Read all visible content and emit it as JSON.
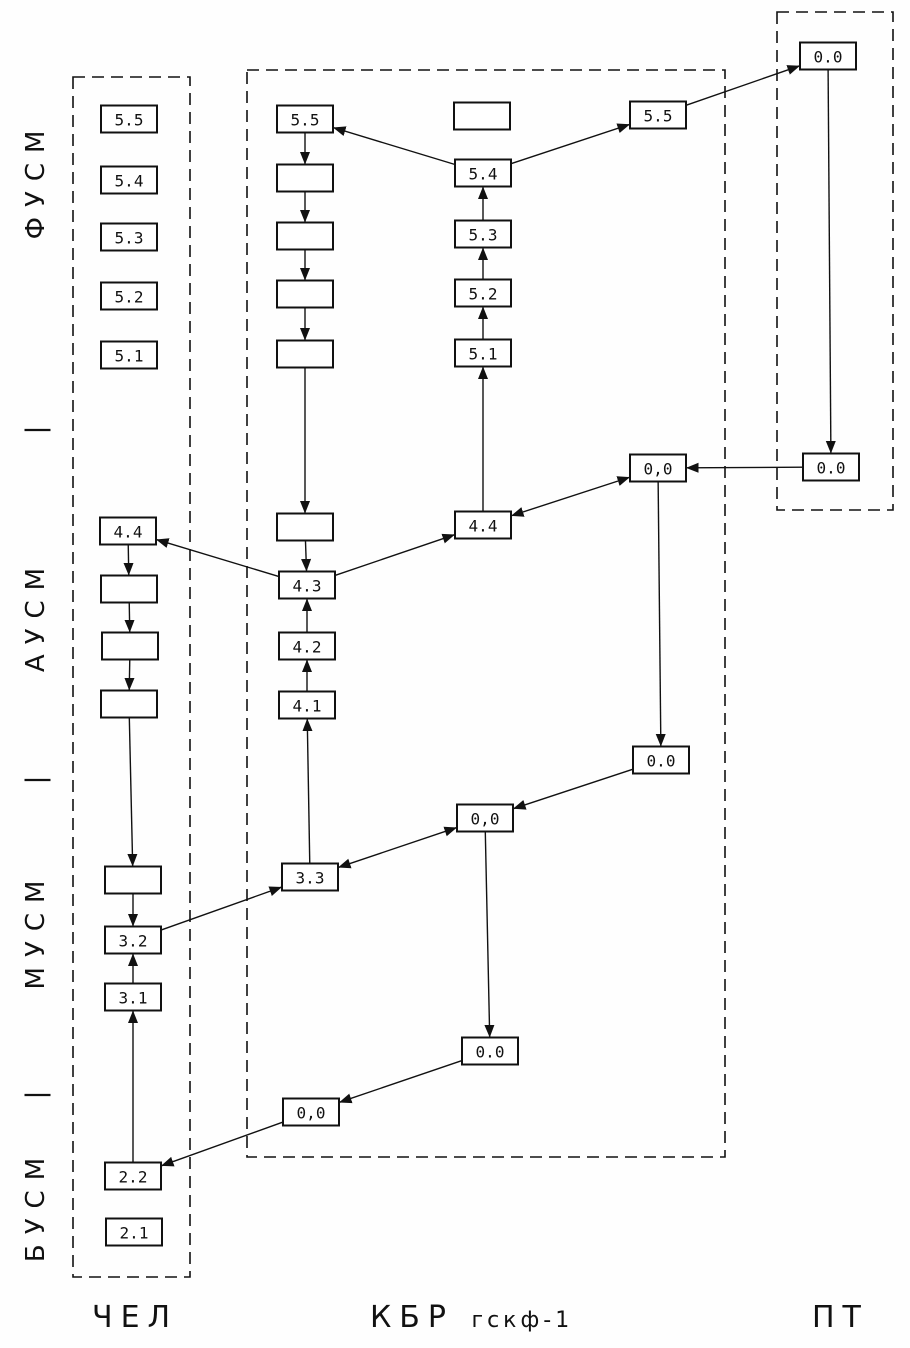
{
  "groups": [
    {
      "id": "chel",
      "label": "ЧЕЛ"
    },
    {
      "id": "kbr",
      "label": "КБР",
      "sublabel": "гскф-1"
    },
    {
      "id": "pt",
      "label": "ПТ"
    }
  ],
  "levels": [
    "ФУСМ",
    "АУСМ",
    "МУСМ",
    "БУСМ"
  ],
  "level_separator": "|",
  "nodes": [
    {
      "id": "c55",
      "label": "5.5"
    },
    {
      "id": "c54",
      "label": "5.4"
    },
    {
      "id": "c53",
      "label": "5.3"
    },
    {
      "id": "c52",
      "label": "5.2"
    },
    {
      "id": "c51",
      "label": "5.1"
    },
    {
      "id": "c44",
      "label": "4.4"
    },
    {
      "id": "ce1",
      "label": ""
    },
    {
      "id": "ce2",
      "label": ""
    },
    {
      "id": "ce3",
      "label": ""
    },
    {
      "id": "ce4",
      "label": ""
    },
    {
      "id": "c32",
      "label": "3.2"
    },
    {
      "id": "c31",
      "label": "3.1"
    },
    {
      "id": "c22",
      "label": "2.2"
    },
    {
      "id": "c21",
      "label": "2.1"
    },
    {
      "id": "k55",
      "label": "5.5"
    },
    {
      "id": "ke1",
      "label": ""
    },
    {
      "id": "ke2",
      "label": ""
    },
    {
      "id": "ke3",
      "label": ""
    },
    {
      "id": "ke4",
      "label": ""
    },
    {
      "id": "ke5",
      "label": ""
    },
    {
      "id": "k43",
      "label": "4.3"
    },
    {
      "id": "k42",
      "label": "4.2"
    },
    {
      "id": "k41",
      "label": "4.1"
    },
    {
      "id": "k33",
      "label": "3.3"
    },
    {
      "id": "me0",
      "label": ""
    },
    {
      "id": "m54",
      "label": "5.4"
    },
    {
      "id": "m53",
      "label": "5.3"
    },
    {
      "id": "m52",
      "label": "5.2"
    },
    {
      "id": "m51",
      "label": "5.1"
    },
    {
      "id": "m44",
      "label": "4.4"
    },
    {
      "id": "r55",
      "label": "5.5"
    },
    {
      "id": "r00a",
      "label": "0,0"
    },
    {
      "id": "r00b",
      "label": "0.0"
    },
    {
      "id": "r00c",
      "label": "0,0"
    },
    {
      "id": "r00d",
      "label": "0.0"
    },
    {
      "id": "r00e",
      "label": "0,0"
    },
    {
      "id": "p00a",
      "label": "0.0"
    },
    {
      "id": "p00b",
      "label": "0.0"
    }
  ],
  "edges": [
    [
      "c44",
      "ce1"
    ],
    [
      "ce1",
      "ce2"
    ],
    [
      "ce2",
      "ce3"
    ],
    [
      "ce3",
      "ce4"
    ],
    [
      "ce4",
      "c32"
    ],
    [
      "c31",
      "c32"
    ],
    [
      "c22",
      "c31"
    ],
    [
      "c32",
      "k33"
    ],
    [
      "k33",
      "r00c",
      "both"
    ],
    [
      "r00b",
      "r00c"
    ],
    [
      "r00c",
      "r00d"
    ],
    [
      "r00d",
      "r00e"
    ],
    [
      "r00e",
      "c22"
    ],
    [
      "k33",
      "k41"
    ],
    [
      "k41",
      "k42"
    ],
    [
      "k42",
      "k43"
    ],
    [
      "k43",
      "c44"
    ],
    [
      "k43",
      "m44"
    ],
    [
      "ke5",
      "k43"
    ],
    [
      "k55",
      "ke1"
    ],
    [
      "ke1",
      "ke2"
    ],
    [
      "ke2",
      "ke3"
    ],
    [
      "ke3",
      "ke4"
    ],
    [
      "ke4",
      "ke5"
    ],
    [
      "m44",
      "m51"
    ],
    [
      "m51",
      "m52"
    ],
    [
      "m52",
      "m53"
    ],
    [
      "m53",
      "m54"
    ],
    [
      "m54",
      "k55"
    ],
    [
      "m54",
      "r55"
    ],
    [
      "r55",
      "p00a"
    ],
    [
      "p00a",
      "p00b"
    ],
    [
      "p00b",
      "r00a"
    ],
    [
      "m44",
      "r00a",
      "both"
    ],
    [
      "r00a",
      "r00b"
    ]
  ]
}
